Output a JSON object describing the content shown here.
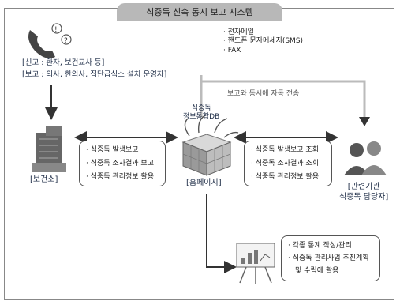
{
  "title": "식중독 신속 동시 보고 시스템",
  "report_lines": [
    "[신고 : 환자, 보건교사 등]",
    "[보고 : 의사, 한의사, 집단급식소 설치 운영자]"
  ],
  "channels": [
    "전자메일",
    "핸드폰 문자메세지(SMS)",
    "FAX"
  ],
  "auto_transfer": "보고와 동시에 자동 전송",
  "db_label": [
    "식중독",
    "정보통합DB"
  ],
  "health_center_label": "[보건소]",
  "left_box": [
    "식중독 발생보고",
    "식중독 조사결과 보고",
    "식중독 관리정보 활용"
  ],
  "homepage_label": "[홈페이지]",
  "right_box": [
    "식중독 발생보고 조회",
    "식중독 조사결과 조회",
    "식중독 관리정보 활용"
  ],
  "agency_label": [
    "[관련기관",
    "식중독 담당자]"
  ],
  "bottom_box": [
    "각종 통계 작성/관리",
    "식중독 관리사업 추진계획",
    "및 수립에 활용"
  ],
  "colors": {
    "arrow": "#333333",
    "gray_line": "#bbbbbb",
    "title_bg": "#b8b8b8"
  }
}
